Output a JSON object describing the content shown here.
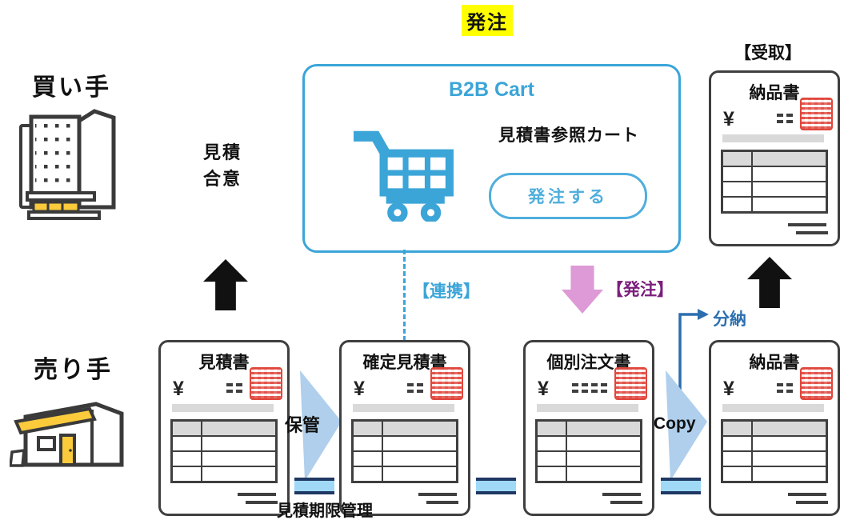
{
  "page_title": "発注",
  "buyer": {
    "label": "買い手"
  },
  "seller": {
    "label": "売り手"
  },
  "cart_panel": {
    "title": "B2B Cart",
    "caption": "見積書参照カート",
    "order_button": "発注する"
  },
  "annotations": {
    "quote_agreement_line1": "見積",
    "quote_agreement_line2": "合意",
    "linkage": "【連携】",
    "order": "【発注】",
    "partial_delivery": "分納",
    "storage": "保管",
    "copy": "Copy",
    "quote_expiry": "見積期限管理",
    "receipt": "【受取】"
  },
  "documents": [
    {
      "title": "見積書"
    },
    {
      "title": "確定見積書"
    },
    {
      "title": "個別注文書"
    },
    {
      "title": "納品書"
    },
    {
      "title": "納品書"
    }
  ],
  "doc_common": {
    "currency": "¥"
  },
  "colors": {
    "accent_blue": "#3BA5D8",
    "dark_navy": "#1F3864",
    "connector_fill": "#9FD9F6",
    "triangle_blue": "#AFCFEC",
    "arrow_pink": "#DD9AD6",
    "order_purple": "#7B1E7C",
    "partial_blue": "#2B6FAE",
    "highlight_yellow": "#FFFF00",
    "stamp_red": "#E0463C",
    "doc_border": "#3F3F3F",
    "gray_fill": "#D9D9D9",
    "icon_yellow": "#FBCB3C",
    "arrow_black": "#111111"
  }
}
